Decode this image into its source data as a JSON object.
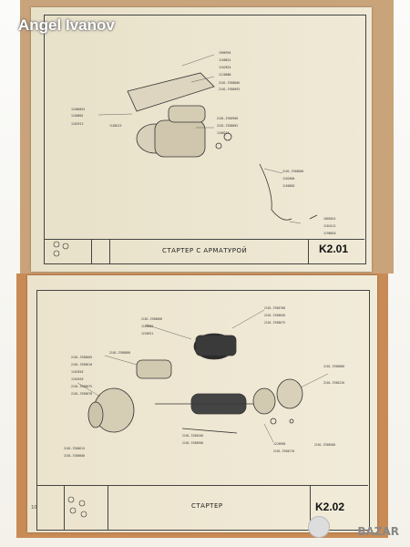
{
  "watermark": "Angel Ivanov",
  "brand": "BAZAR",
  "page_top": {
    "title": "СТАРТЕР С АРМАТУРОЙ",
    "code": "K2.01",
    "callouts": [
      "1906994",
      "1160814",
      "1162824",
      "1120880",
      "2101-3708806",
      "2101-3708093",
      "11600813",
      "1160802",
      "1162913",
      "1160213",
      "2101-3706900",
      "2101-3708083",
      "1160214",
      "2101-3708800",
      "1162804",
      "1160802",
      "1005814",
      "1164121",
      "1190818"
    ]
  },
  "page_bottom": {
    "title": "СТАРТЕР",
    "code": "K2.02",
    "page_number": "10",
    "callouts": [
      "2101-3708700",
      "2101-3708650",
      "2101-3708675",
      "2101-3708600",
      "1160862",
      "1220911",
      "2101-3708005",
      "2101-3708010",
      "2101-3708880",
      "1162816",
      "1162016",
      "2101-3708075",
      "2101-3708078",
      "2101-3708880",
      "2101-3708220",
      "2101-3708200",
      "2101-3708900",
      "1220905",
      "2101-3708270",
      "2101-3708615",
      "2101-3708600",
      "2101-3708500"
    ]
  }
}
